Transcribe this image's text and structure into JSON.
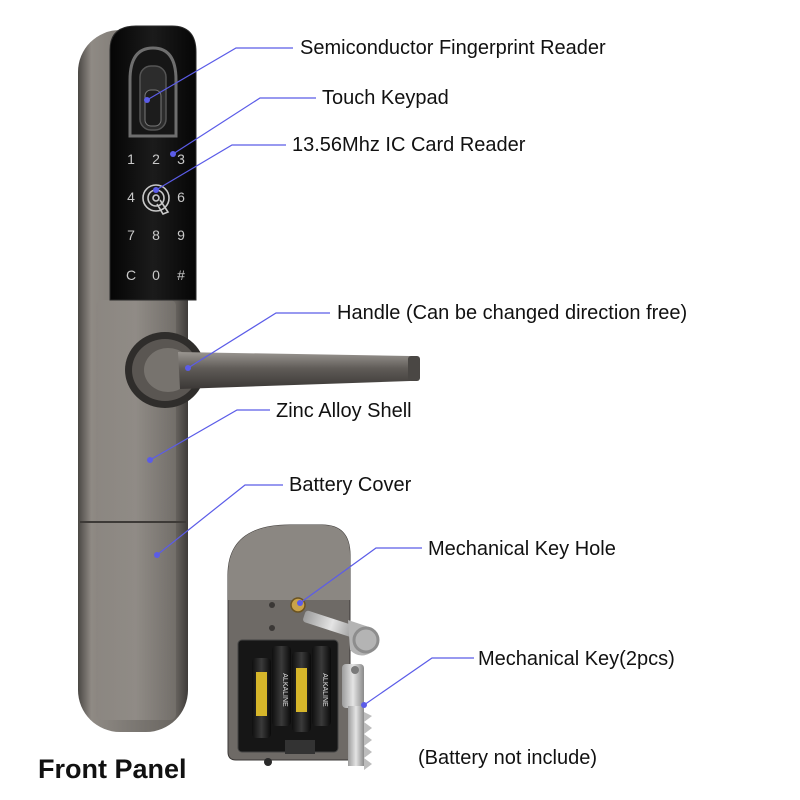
{
  "callouts": {
    "fingerprint": "Semiconductor Fingerprint Reader",
    "keypad": "Touch Keypad",
    "card_reader": "13.56Mhz IC Card Reader",
    "handle": "Handle (Can be changed direction free)",
    "shell": "Zinc Alloy Shell",
    "battery_cover": "Battery Cover",
    "key_hole": "Mechanical Key Hole",
    "key": "Mechanical Key(2pcs)"
  },
  "keypad_keys": [
    "1",
    "2",
    "3",
    "4",
    "",
    "6",
    "7",
    "8",
    "9",
    "C",
    "0",
    "#"
  ],
  "battery_brand": "ALKALINE",
  "caption": "Front Panel",
  "note": "(Battery not include)",
  "colors": {
    "leader_line": "#5b5ce8",
    "body_metal": "#7f7b76",
    "glass_panel": "#101010",
    "keypad_glyph": "#c9c9c9"
  }
}
